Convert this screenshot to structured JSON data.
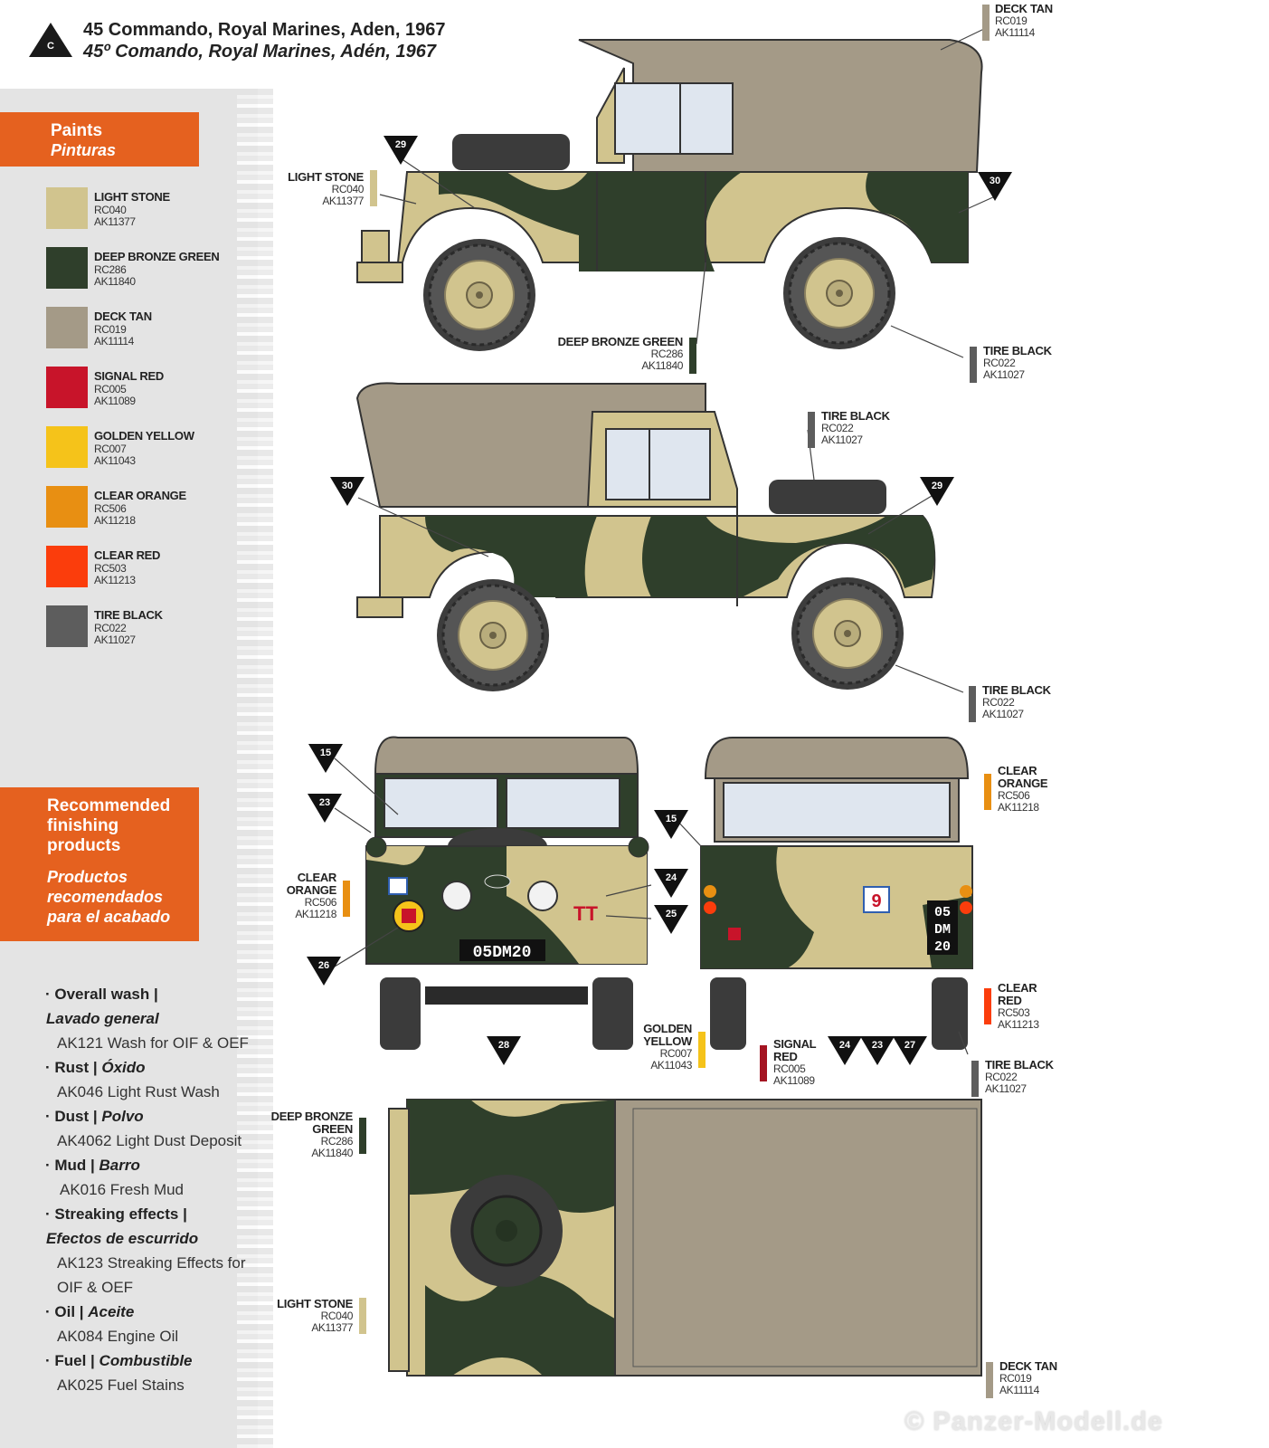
{
  "header": {
    "badge_letter": "C",
    "title_en": "45 Commando, Royal Marines, Aden, 1967",
    "title_es": "45º Comando, Royal Marines, Adén, 1967"
  },
  "paints_box": {
    "title_en": "Paints",
    "title_es": "Pinturas"
  },
  "paints": [
    {
      "name": "LIGHT STONE",
      "rc": "RC040",
      "ak": "AK11377",
      "color": "#d1c48e"
    },
    {
      "name": "DEEP BRONZE GREEN",
      "rc": "RC286",
      "ak": "AK11840",
      "color": "#2f3f2b"
    },
    {
      "name": "DECK TAN",
      "rc": "RC019",
      "ak": "AK11114",
      "color": "#a49a87"
    },
    {
      "name": "SIGNAL RED",
      "rc": "RC005",
      "ak": "AK11089",
      "color": "#c8142a"
    },
    {
      "name": "GOLDEN YELLOW",
      "rc": "RC007",
      "ak": "AK11043",
      "color": "#f5c31a"
    },
    {
      "name": "CLEAR ORANGE",
      "rc": "RC506",
      "ak": "AK11218",
      "color": "#e88f12"
    },
    {
      "name": "CLEAR RED",
      "rc": "RC503",
      "ak": "AK11213",
      "color": "#fb3d0c"
    },
    {
      "name": "TIRE BLACK",
      "rc": "RC022",
      "ak": "AK11027",
      "color": "#5d5d5d"
    }
  ],
  "finishing_box": {
    "title_en": [
      "Recommended",
      "finishing",
      "products"
    ],
    "title_es": [
      "Productos",
      "recomendados",
      "para el acabado"
    ]
  },
  "finishing": [
    {
      "cat_en": "· Overall wash |",
      "cat_es": "Lavado general",
      "products": [
        "AK121 Wash for OIF & OEF"
      ]
    },
    {
      "cat": "· Rust | ",
      "cat_it": "Óxido",
      "products": [
        "AK046 Light Rust Wash"
      ]
    },
    {
      "cat": "· Dust | ",
      "cat_it": "Polvo",
      "products": [
        "AK4062 Light Dust Deposit"
      ]
    },
    {
      "cat": "· Mud | ",
      "cat_it": "Barro",
      "products": [
        "AK016 Fresh Mud"
      ]
    },
    {
      "cat_en": "· Streaking effects |",
      "cat_es": "Efectos de escurrido",
      "products": [
        "AK123 Streaking Effects for",
        "OIF & OEF"
      ]
    },
    {
      "cat": "· Oil | ",
      "cat_it": "Aceite",
      "products": [
        "AK084 Engine Oil"
      ]
    },
    {
      "cat": "· Fuel | ",
      "cat_it": "Combustible",
      "products": [
        "AK025 Fuel Stains"
      ]
    }
  ],
  "callouts": {
    "deck_tan_top": {
      "name": "DECK TAN",
      "rc": "RC019",
      "ak": "AK11114"
    },
    "light_stone_side": {
      "name": "LIGHT STONE",
      "rc": "RC040",
      "ak": "AK11377"
    },
    "deep_bronze_side": {
      "name": "DEEP BRONZE GREEN",
      "rc": "RC286",
      "ak": "AK11840"
    },
    "tire_black_1": {
      "name": "TIRE BLACK",
      "rc": "RC022",
      "ak": "AK11027"
    },
    "tire_black_2": {
      "name": "TIRE BLACK",
      "rc": "RC022",
      "ak": "AK11027"
    },
    "tire_black_3": {
      "name": "TIRE BLACK",
      "rc": "RC022",
      "ak": "AK11027"
    },
    "tire_black_4": {
      "name": "TIRE BLACK",
      "rc": "RC022",
      "ak": "AK11027"
    },
    "clear_orange_front": {
      "name1": "CLEAR",
      "name2": "ORANGE",
      "rc": "RC506",
      "ak": "AK11218"
    },
    "clear_orange_rear": {
      "name1": "CLEAR",
      "name2": "ORANGE",
      "rc": "RC506",
      "ak": "AK11218"
    },
    "clear_red": {
      "name1": "CLEAR",
      "name2": "RED",
      "rc": "RC503",
      "ak": "AK11213"
    },
    "golden_yellow": {
      "name1": "GOLDEN",
      "name2": "YELLOW",
      "rc": "RC007",
      "ak": "AK11043"
    },
    "signal_red": {
      "name1": "SIGNAL",
      "name2": "RED",
      "rc": "RC005",
      "ak": "AK11089"
    },
    "deep_bronze_top": {
      "name1": "DEEP BRONZE",
      "name2": "GREEN",
      "rc": "RC286",
      "ak": "AK11840"
    },
    "light_stone_top": {
      "name": "LIGHT STONE",
      "rc": "RC040",
      "ak": "AK11377"
    },
    "deck_tan_bottom": {
      "name": "DECK TAN",
      "rc": "RC019",
      "ak": "AK11114"
    }
  },
  "decal_markers": [
    "29",
    "30",
    "30",
    "29",
    "15",
    "23",
    "26",
    "28",
    "15",
    "24",
    "25",
    "24",
    "23",
    "27"
  ],
  "plates": {
    "front": "05DM20",
    "rear_l1": "05",
    "rear_l2": "DM",
    "rear_l3": "20",
    "unit_number": "9",
    "tt_sign": "TT"
  },
  "watermark": "© Panzer-Modell.de"
}
